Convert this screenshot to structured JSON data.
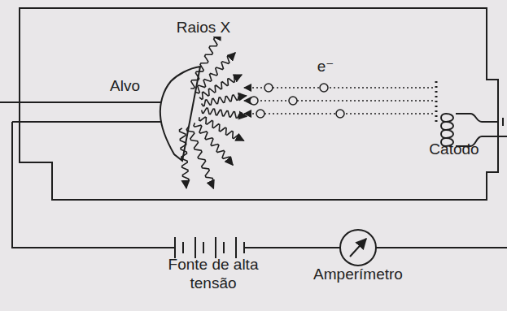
{
  "diagram": {
    "labels": [
      "Raios X",
      "Alvo",
      "e⁻",
      "Catodo",
      "Fonte de alta tensão",
      "Amperímetro"
    ]
  }
}
